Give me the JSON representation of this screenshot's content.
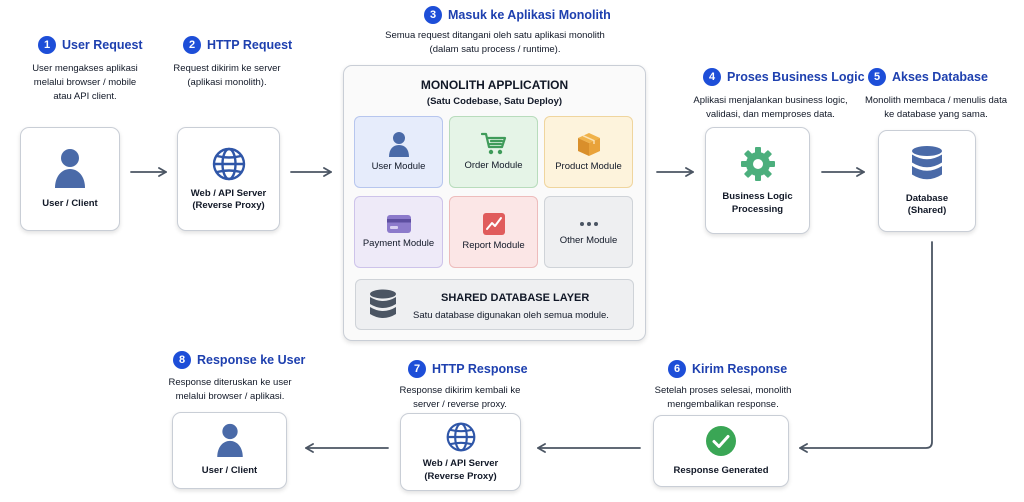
{
  "steps": {
    "s1": {
      "num": "1",
      "title": "User Request",
      "desc_l1": "User mengakses aplikasi",
      "desc_l2": "melalui browser / mobile",
      "desc_l3": "atau API client."
    },
    "s2": {
      "num": "2",
      "title": "HTTP Request",
      "desc_l1": "Request dikirim ke server",
      "desc_l2": "(aplikasi monolith)."
    },
    "s3": {
      "num": "3",
      "title": "Masuk ke Aplikasi Monolith",
      "desc_l1": "Semua request ditangani oleh satu aplikasi monolith",
      "desc_l2": "(dalam satu process / runtime)."
    },
    "s4": {
      "num": "4",
      "title": "Proses Business Logic",
      "desc_l1": "Aplikasi menjalankan business logic,",
      "desc_l2": "validasi, dan memproses data."
    },
    "s5": {
      "num": "5",
      "title": "Akses Database",
      "desc_l1": "Monolith membaca / menulis data",
      "desc_l2": "ke database yang sama."
    },
    "s6": {
      "num": "6",
      "title": "Kirim Response",
      "desc_l1": "Setelah proses selesai, monolith",
      "desc_l2": "mengembalikan response."
    },
    "s7": {
      "num": "7",
      "title": "HTTP Response",
      "desc_l1": "Response dikirim kembali ke",
      "desc_l2": "server / reverse proxy."
    },
    "s8": {
      "num": "8",
      "title": "Response ke User",
      "desc_l1": "Response diteruskan ke user",
      "desc_l2": "melalui browser / aplikasi."
    }
  },
  "nodes": {
    "user_top": {
      "label": "User / Client"
    },
    "server_top": {
      "label_l1": "Web / API Server",
      "label_l2": "(Reverse Proxy)"
    },
    "business": {
      "label_l1": "Business Logic",
      "label_l2": "Processing"
    },
    "database": {
      "label_l1": "Database",
      "label_l2": "(Shared)"
    },
    "response": {
      "label": "Response Generated"
    },
    "server_bottom": {
      "label_l1": "Web / API Server",
      "label_l2": "(Reverse Proxy)"
    },
    "user_bottom": {
      "label": "User / Client"
    }
  },
  "monolith": {
    "title": "MONOLITH APPLICATION",
    "subtitle": "(Satu Codebase, Satu Deploy)",
    "modules": [
      {
        "l1": "User",
        "l2": "Module"
      },
      {
        "l1": "Order",
        "l2": "Module"
      },
      {
        "l1": "Product",
        "l2": "Module"
      },
      {
        "l1": "Payment",
        "l2": "Module"
      },
      {
        "l1": "Report",
        "l2": "Module"
      },
      {
        "l1": "Other",
        "l2": "Module"
      }
    ],
    "shared_title": "SHARED DATABASE LAYER",
    "shared_desc": "Satu database digunakan oleh semua module."
  },
  "colors": {
    "accent": "#1d4ed8",
    "icon_blue": "#4a6aa8",
    "icon_green": "#4caf7d",
    "check_green": "#3aa655",
    "arrow": "#4b5563"
  }
}
